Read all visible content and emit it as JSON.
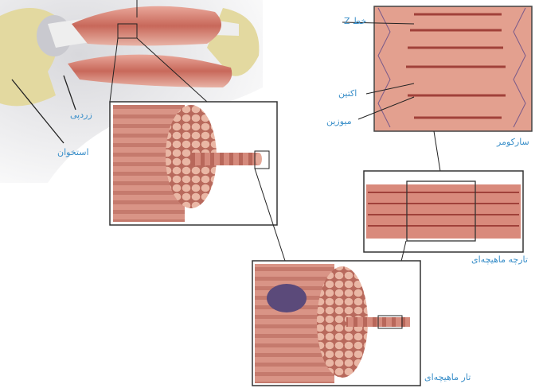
{
  "labels": {
    "z_line": "خط Z",
    "actin": "اکتین",
    "myosin": "میوزین",
    "sarcomere": "سارکومر",
    "tendon": "زردپی",
    "bone": "استخوان",
    "myofibril": "تارچه ماهیچه‌ای",
    "muscle_fiber": "تار ماهیچه‌ای"
  },
  "colors": {
    "label": "#3a8fc9",
    "muscle": "#c8685a",
    "bone": "#e3d9a0",
    "frame": "#333333"
  }
}
